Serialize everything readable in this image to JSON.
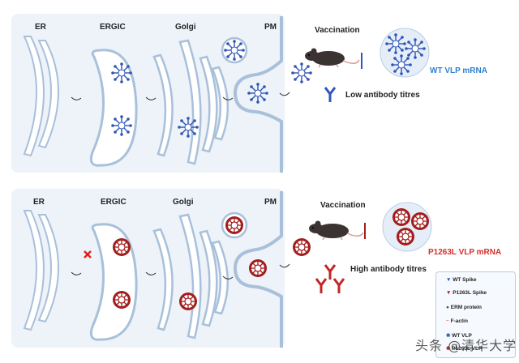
{
  "top_panel": {
    "stages": [
      "ER",
      "ERGIC",
      "Golgi",
      "PM"
    ],
    "vaccination_label": "Vaccination",
    "mrna_label": "WT VLP mRNA",
    "antibody_label": "Low antibody titres",
    "spike_color": "#2f55b5"
  },
  "bottom_panel": {
    "stages": [
      "ER",
      "ERGIC",
      "Golgi",
      "PM"
    ],
    "vaccination_label": "Vaccination",
    "mrna_label": "P1263L VLP mRNA",
    "antibody_label": "High antibody titres",
    "spike_color": "#a31d1d"
  },
  "legend": {
    "items": [
      {
        "icon": "wt-spike-icon",
        "label": "WT Spike"
      },
      {
        "icon": "p1263l-spike-icon",
        "label": "P1263L Spike"
      },
      {
        "icon": "erm-protein-icon",
        "label": "ERM protein"
      },
      {
        "icon": "f-actin-icon",
        "label": "F-actin"
      },
      {
        "icon": "wt-vlp-icon",
        "label": "WT VLP"
      },
      {
        "icon": "p1263l-vlp-icon",
        "label": "P1263L VLP"
      }
    ]
  },
  "watermark": "头条 @清华大学",
  "colors": {
    "wt": "#2f55b5",
    "mutant": "#a31d1d",
    "mrna_wt": "#2e7fd0",
    "mrna_mut": "#d0312d",
    "membrane": "#a9c0da"
  }
}
